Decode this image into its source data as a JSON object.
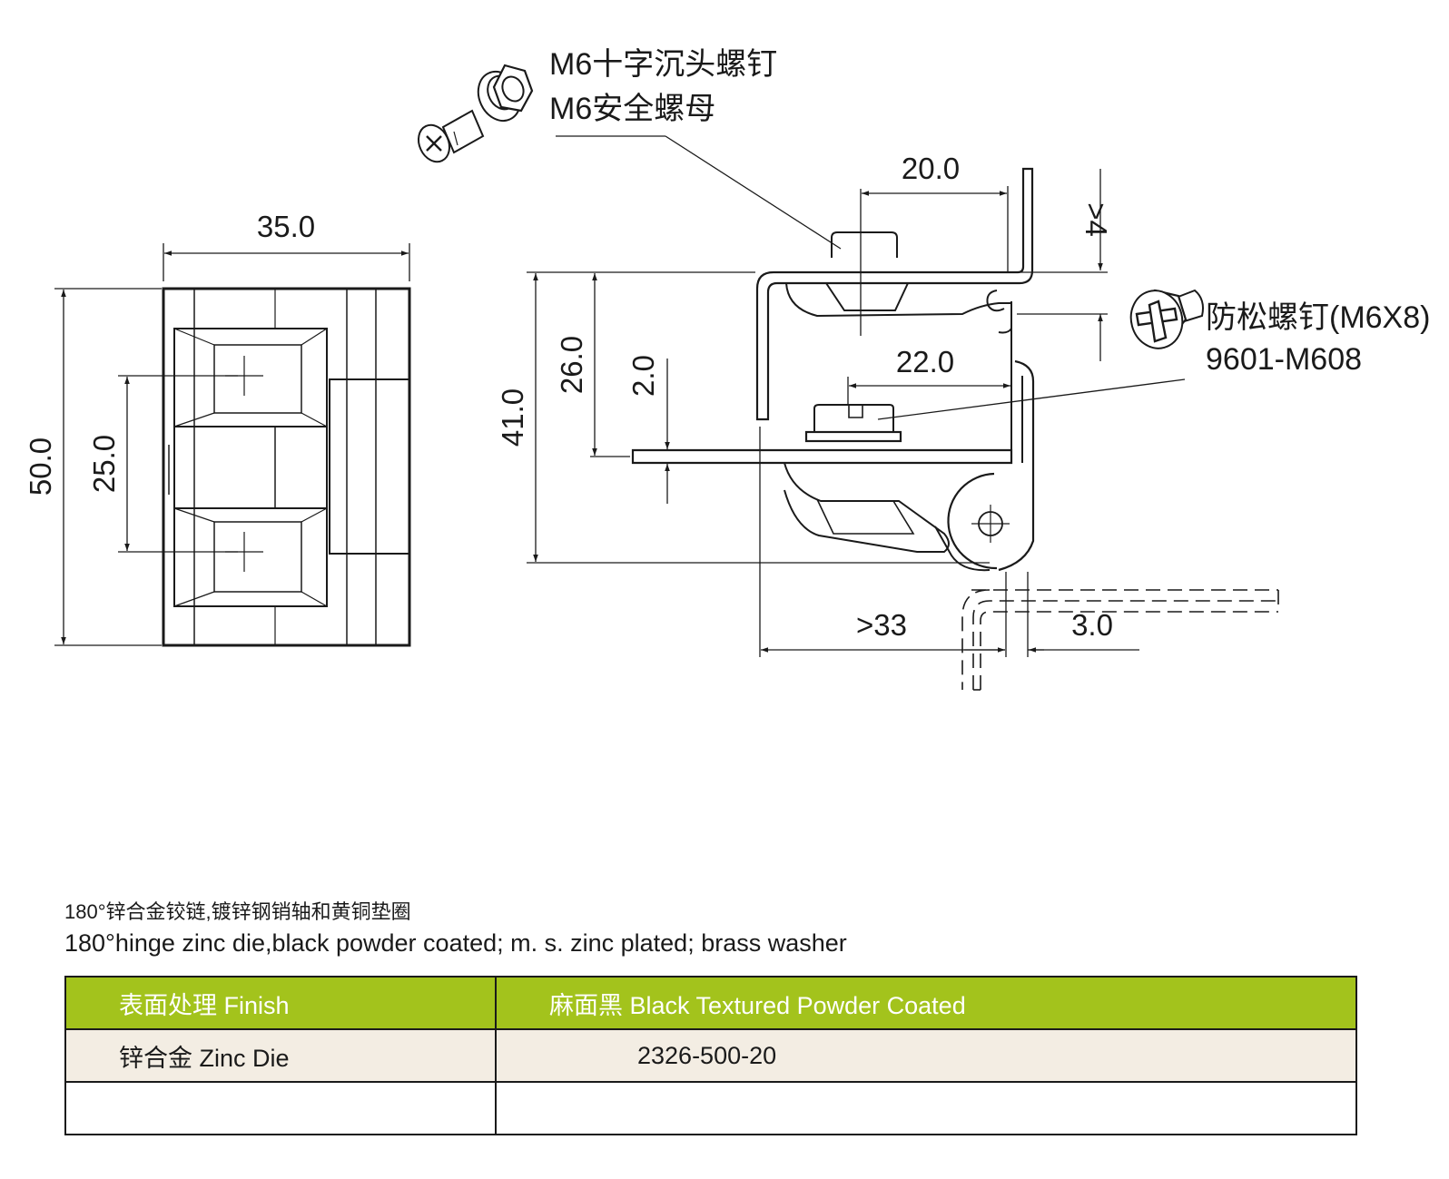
{
  "callouts": {
    "screw": "M6十字沉头螺钉",
    "nut": "M6安全螺母",
    "lock_screw": "防松螺钉(M6X8)",
    "lock_screw_code": "9601-M608"
  },
  "dimensions": {
    "width_35": "35.0",
    "height_50": "50.0",
    "hole_pitch_25": "25.0",
    "offset_20": "20.0",
    "gap_4": ">4",
    "depth_22": "22.0",
    "thickness_2": "2.0",
    "height_26": "26.0",
    "height_41": "41.0",
    "length_33": ">33",
    "gap_3": "3.0"
  },
  "description": {
    "cn": "180°锌合金铰链,镀锌钢销轴和黄铜垫圈",
    "en": "180°hinge zinc die,black powder coated; m. s. zinc  plated; brass washer"
  },
  "table": {
    "header": {
      "col1": "表面处理 Finish",
      "col2": "麻面黑 Black Textured Powder Coated"
    },
    "rows": [
      {
        "col1": "锌合金 Zinc Die",
        "col2": "2326-500-20"
      },
      {
        "col1": "",
        "col2": ""
      }
    ]
  },
  "colors": {
    "header_green": "#a3c31c",
    "row_cream": "#f3ede3",
    "line": "#1a1a1a"
  }
}
